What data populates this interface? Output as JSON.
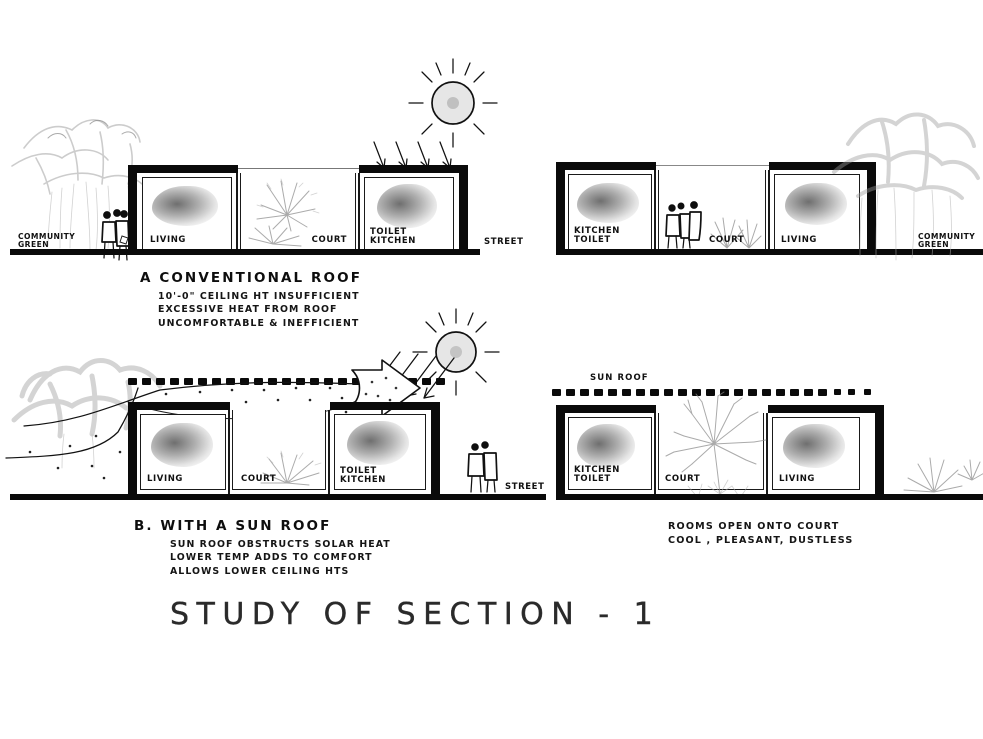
{
  "sheet": {
    "title": "STUDY  OF  SECTION - 1",
    "background_color": "#ffffff",
    "ink_color": "#111111",
    "pencil_color": "#8a8a8a"
  },
  "scheme_a": {
    "heading": "A  CONVENTIONAL  ROOF",
    "notes": "10'-0\" CEILING HT INSUFFICIENT\nEXCESSIVE HEAT FROM ROOF\nUNCOMFORTABLE & INEFFICIENT",
    "sun": {
      "name": "sun-symbol",
      "rays": 10
    },
    "sun_rays_label": "solar rays striking roof",
    "ray_count": 4,
    "left_block": {
      "outside_left_label": "COMMUNITY\nGREEN",
      "rooms": [
        {
          "label": "LIVING",
          "type": "room"
        },
        {
          "label": "COURT",
          "type": "court"
        },
        {
          "label": "TOILET\nKITCHEN",
          "type": "room"
        }
      ],
      "outside_right_label": "STREET"
    },
    "right_block": {
      "rooms": [
        {
          "label": "KITCHEN\nTOILET",
          "type": "room"
        },
        {
          "label": "COURT",
          "type": "court"
        },
        {
          "label": "LIVING",
          "type": "room"
        }
      ],
      "outside_right_label": "COMMUNITY\nGREEN"
    }
  },
  "scheme_b": {
    "heading": "B.   WITH  A  SUN  ROOF",
    "notes": "SUN ROOF OBSTRUCTS SOLAR HEAT\nLOWER TEMP ADDS TO COMFORT\nALLOWS LOWER CEILING HTS",
    "right_notes": "ROOMS OPEN ONTO COURT\nCOOL , PLEASANT, DUSTLESS",
    "sun_roof_label": "SUN ROOF",
    "sun": {
      "name": "sun-symbol",
      "rays": 10
    },
    "ray_count": 4,
    "airflow_arrow": "breeze-arrow",
    "left_block": {
      "rooms": [
        {
          "label": "LIVING",
          "type": "room"
        },
        {
          "label": "COURT",
          "type": "court"
        },
        {
          "label": "TOILET\nKITCHEN",
          "type": "room"
        }
      ],
      "outside_right_label": "STREET"
    },
    "right_block": {
      "rooms": [
        {
          "label": "KITCHEN\nTOILET",
          "type": "room"
        },
        {
          "label": "COURT",
          "type": "court"
        },
        {
          "label": "LIVING",
          "type": "room"
        }
      ]
    }
  }
}
